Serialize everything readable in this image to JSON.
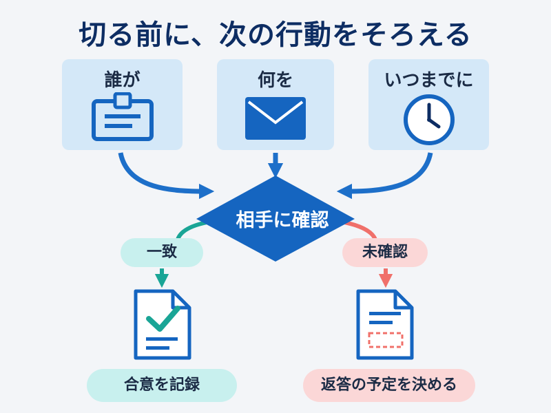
{
  "title": "切る前に、次の行動をそろえる",
  "cards": [
    {
      "label": "誰が",
      "icon": "id-badge-icon"
    },
    {
      "label": "何を",
      "icon": "envelope-icon"
    },
    {
      "label": "いつまでに",
      "icon": "clock-icon"
    }
  ],
  "decision": {
    "label": "相手に確認"
  },
  "branches": {
    "left": {
      "label": "一致",
      "result": "合意を記録",
      "icon": "checked-document-icon"
    },
    "right": {
      "label": "未確認",
      "result": "返答の予定を決める",
      "icon": "pending-document-icon"
    }
  },
  "colors": {
    "navy": "#0d2d63",
    "blue": "#1565c0",
    "arrow_blue": "#1d6fc9",
    "card_bg": "#d4e8f8",
    "teal": "#1aa596",
    "green_pill": "#c8f0ee",
    "coral": "#f0706a",
    "red_pill": "#fbd7d7"
  }
}
